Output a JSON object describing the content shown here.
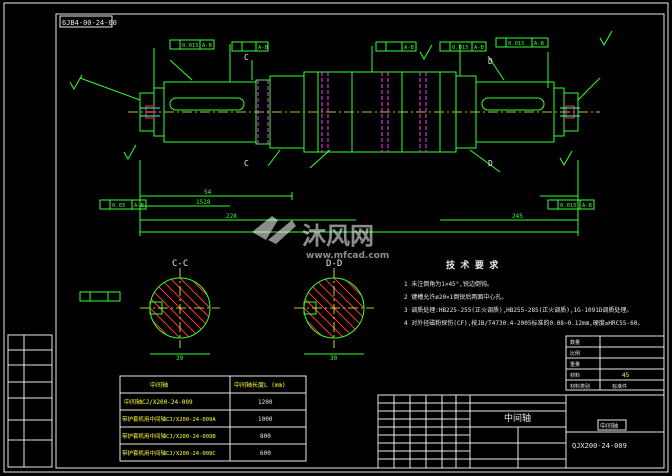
{
  "drawing": {
    "corner_code": "6JB4-00-24-00",
    "section_cc": "C-C",
    "section_dd": "D-D",
    "dimensions": {
      "d54": "54",
      "d1528": "1528",
      "d228": "228",
      "d245": "245",
      "d39": "39",
      "d30": "30"
    },
    "tolerance_frames": [
      "0.015",
      "0.015",
      "0.015",
      "0.015",
      "0.015",
      "0.03",
      "0.015"
    ],
    "datum_labels": [
      "A-B",
      "A-B",
      "A-B",
      "A-B",
      "A-B",
      "A-B",
      "A-B"
    ],
    "section_marks": [
      "C",
      "C",
      "D",
      "D"
    ]
  },
  "tech": {
    "title": "技 术 要 求",
    "items": [
      "1  未注倒角为1×45°,锐边倒钝。",
      "2  键槽允许ø20×1倒锐后两面中心孔。",
      "3  调质处理:HB225-255(正火调质),HB255-285(正火调质),1G-1091D调质处理。",
      "4  对外径磁粉探伤(CF),按JB/T4730.4-2005标准的0.08~0.12mm,硬度≥HRC55-60。"
    ]
  },
  "table": {
    "header": [
      "中间轴",
      "中间轴长度L (mm)"
    ],
    "rows": [
      [
        "中间轴CJ/X200-24-009",
        "1200"
      ],
      [
        "带护套机用中间轴CJ/X200-24-009A",
        "1000"
      ],
      [
        "带护套机用中间轴CJ/X200-24-009B",
        "800"
      ],
      [
        "带护套机用中间轴CJ/X200-24-009C",
        "600"
      ]
    ]
  },
  "title_block": {
    "material": "45",
    "name": "中间轴",
    "code": "QJX200-24-009",
    "misc": [
      "数量",
      "比例",
      "重量",
      "材料",
      "材料类别",
      "标准件"
    ]
  },
  "watermark": {
    "brand": "沐风网",
    "url": "www.mfcad.com"
  }
}
